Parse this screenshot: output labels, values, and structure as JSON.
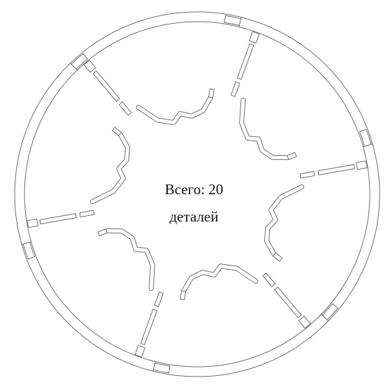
{
  "caption": {
    "line1": "Всего: 20",
    "line2": "деталей"
  },
  "diagram": {
    "arms": 6,
    "colors": {
      "stroke": "#6e6e6e",
      "fill": "#ffffff",
      "text": "#111111"
    }
  }
}
